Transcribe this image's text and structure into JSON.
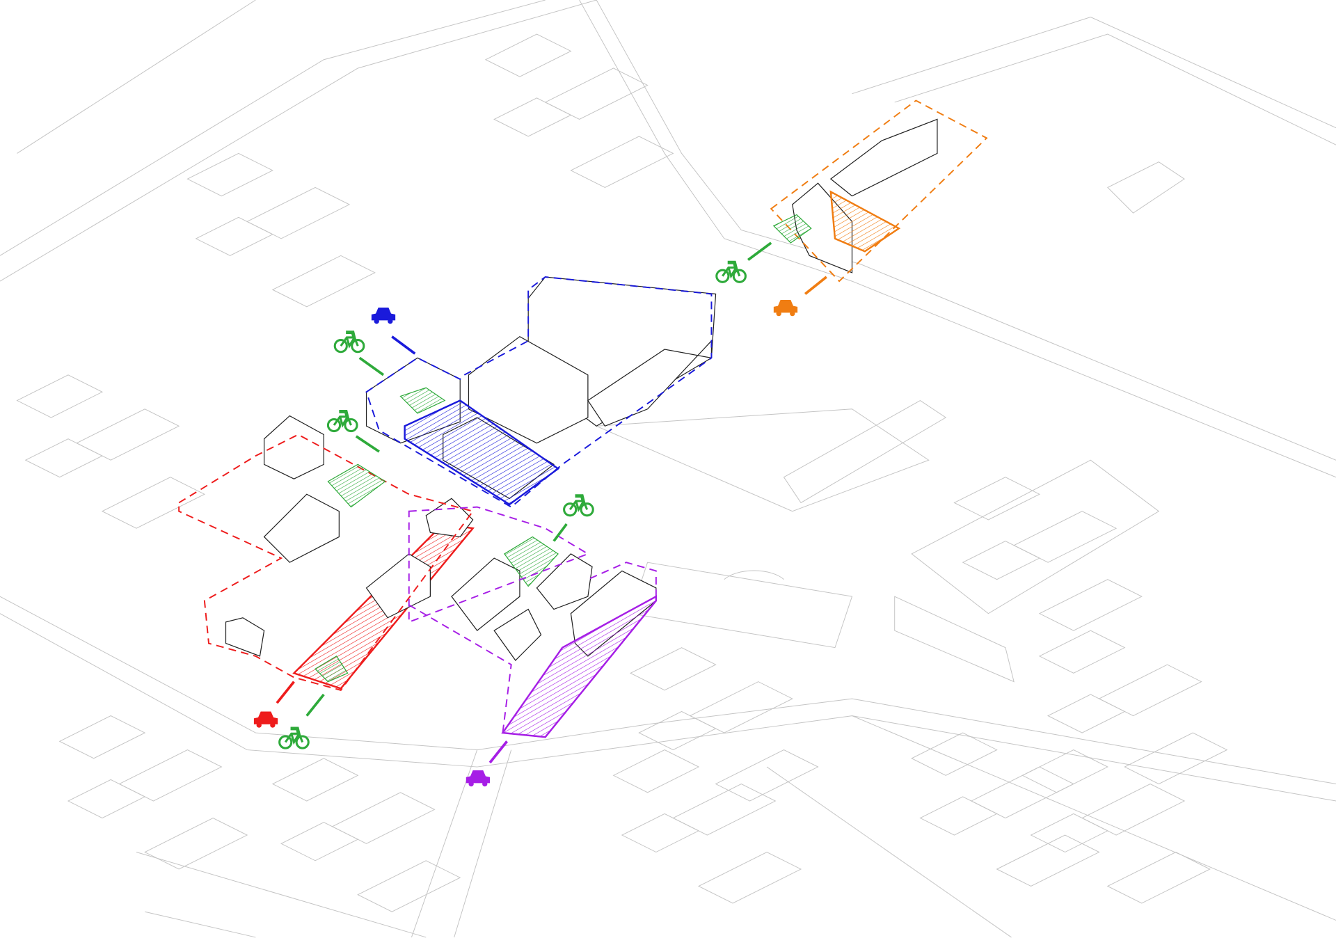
{
  "diagram": {
    "type": "axonometric urban site diagram",
    "zones": [
      {
        "id": "blue",
        "color": "#1a1adb"
      },
      {
        "id": "orange",
        "color": "#f07d12"
      },
      {
        "id": "red",
        "color": "#ee1c1c"
      },
      {
        "id": "purple",
        "color": "#a61ee6"
      }
    ],
    "green_roof_color": "#2eaa3a",
    "context_color": "#c4c4c4",
    "icons": [
      {
        "icon": "car-icon",
        "color": "#1a1adb"
      },
      {
        "icon": "car-icon",
        "color": "#f07d12"
      },
      {
        "icon": "car-icon",
        "color": "#ee1c1c"
      },
      {
        "icon": "car-icon",
        "color": "#a61ee6"
      },
      {
        "icon": "bicycle-icon",
        "color": "#2eaa3a"
      }
    ]
  }
}
